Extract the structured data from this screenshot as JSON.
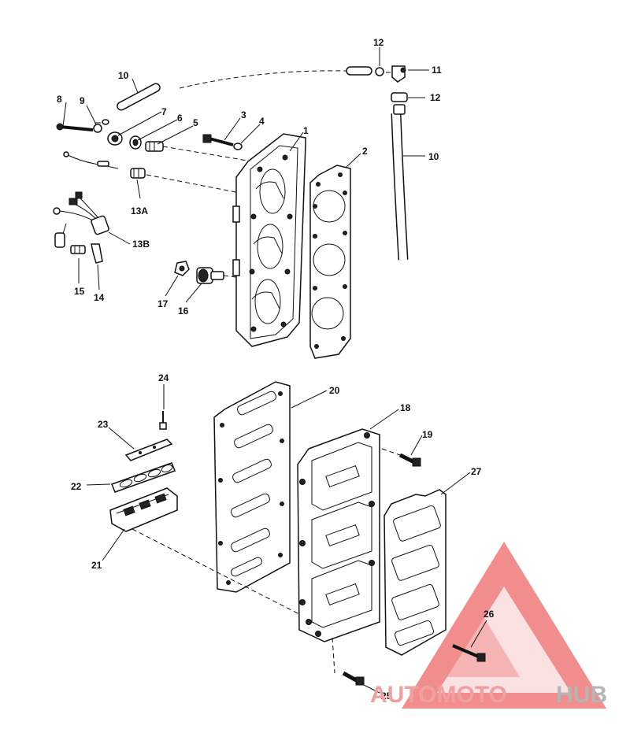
{
  "callouts": {
    "c1": "1",
    "c2": "2",
    "c3": "3",
    "c4": "4",
    "c5": "5",
    "c6": "6",
    "c7": "7",
    "c8": "8",
    "c9": "9",
    "c10a": "10",
    "c10b": "10",
    "c11": "11",
    "c12a": "12",
    "c12b": "12",
    "c13a": "13A",
    "c13b": "13B",
    "c14": "14",
    "c15": "15",
    "c16": "16",
    "c17": "17",
    "c18": "18",
    "c19": "19",
    "c20": "20",
    "c21": "21",
    "c22": "22",
    "c23": "23",
    "c24": "24",
    "c25": "25",
    "c26": "26",
    "c27": "27"
  },
  "watermark": {
    "word1": "AUTOMOTO",
    "word2": "HUB",
    "accent": "#f07a7a",
    "secondary": "#bdbdbd"
  }
}
